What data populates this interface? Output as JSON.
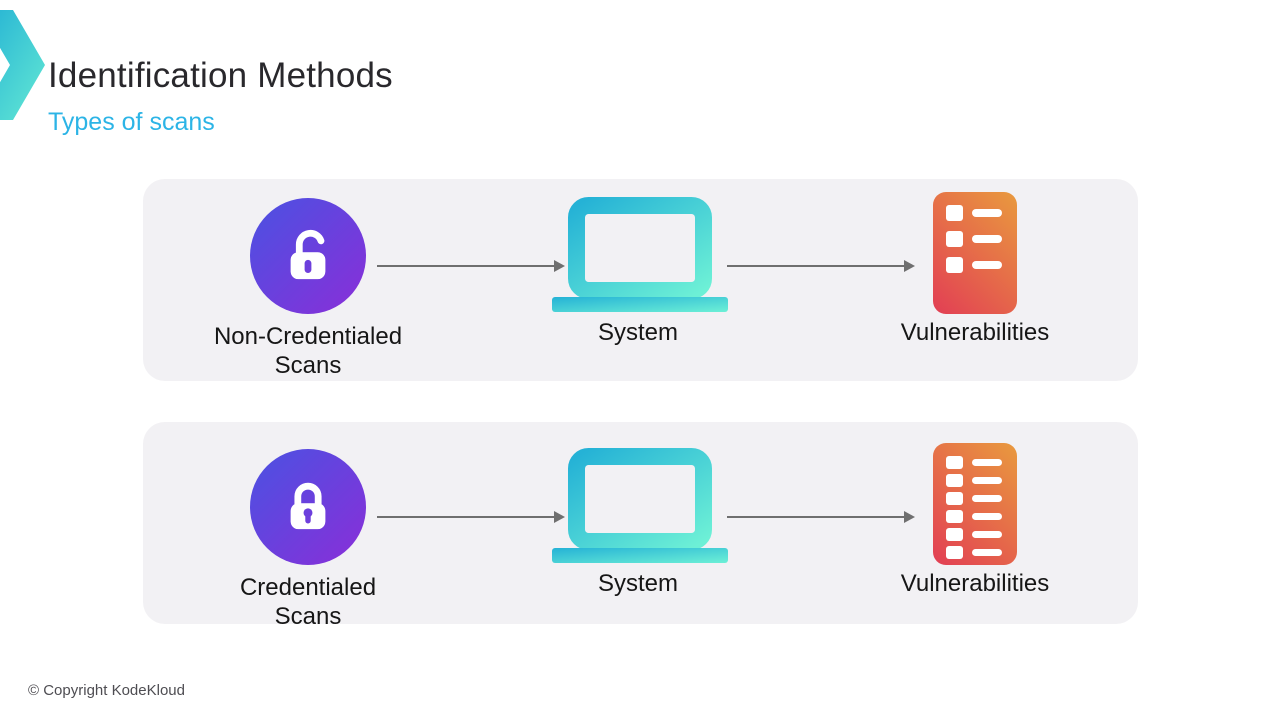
{
  "header": {
    "title": "Identification Methods",
    "subtitle": "Types of scans"
  },
  "rows": [
    {
      "scan_label_line1": "Non-Credentialed",
      "scan_label_line2": "Scans",
      "lock_state": "unlocked",
      "system_label": "System",
      "vulnerabilities_label": "Vulnerabilities",
      "vulnerability_items": 3
    },
    {
      "scan_label_line1": "Credentialed",
      "scan_label_line2": "Scans",
      "lock_state": "locked",
      "system_label": "System",
      "vulnerabilities_label": "Vulnerabilities",
      "vulnerability_items": 6
    }
  ],
  "footer": {
    "copyright": "© Copyright KodeKloud"
  },
  "icons": {
    "logo": "kodekloud-chevron",
    "row1_scan": "unlocked-padlock",
    "row2_scan": "locked-padlock",
    "system": "laptop",
    "vulnerabilities": "report-list"
  },
  "colors": {
    "title_text": "#29282c",
    "subtitle_text": "#2cb4e6",
    "panel_bg": "#f2f1f4",
    "scan_gradient_start": "#4a52e2",
    "scan_gradient_end": "#8a2ed8",
    "laptop_gradient_start": "#25b2d6",
    "laptop_gradient_end": "#6df0d6",
    "vuln_gradient_start": "#e23e54",
    "vuln_gradient_end": "#e99a3e",
    "arrow": "#6f6f6f"
  }
}
